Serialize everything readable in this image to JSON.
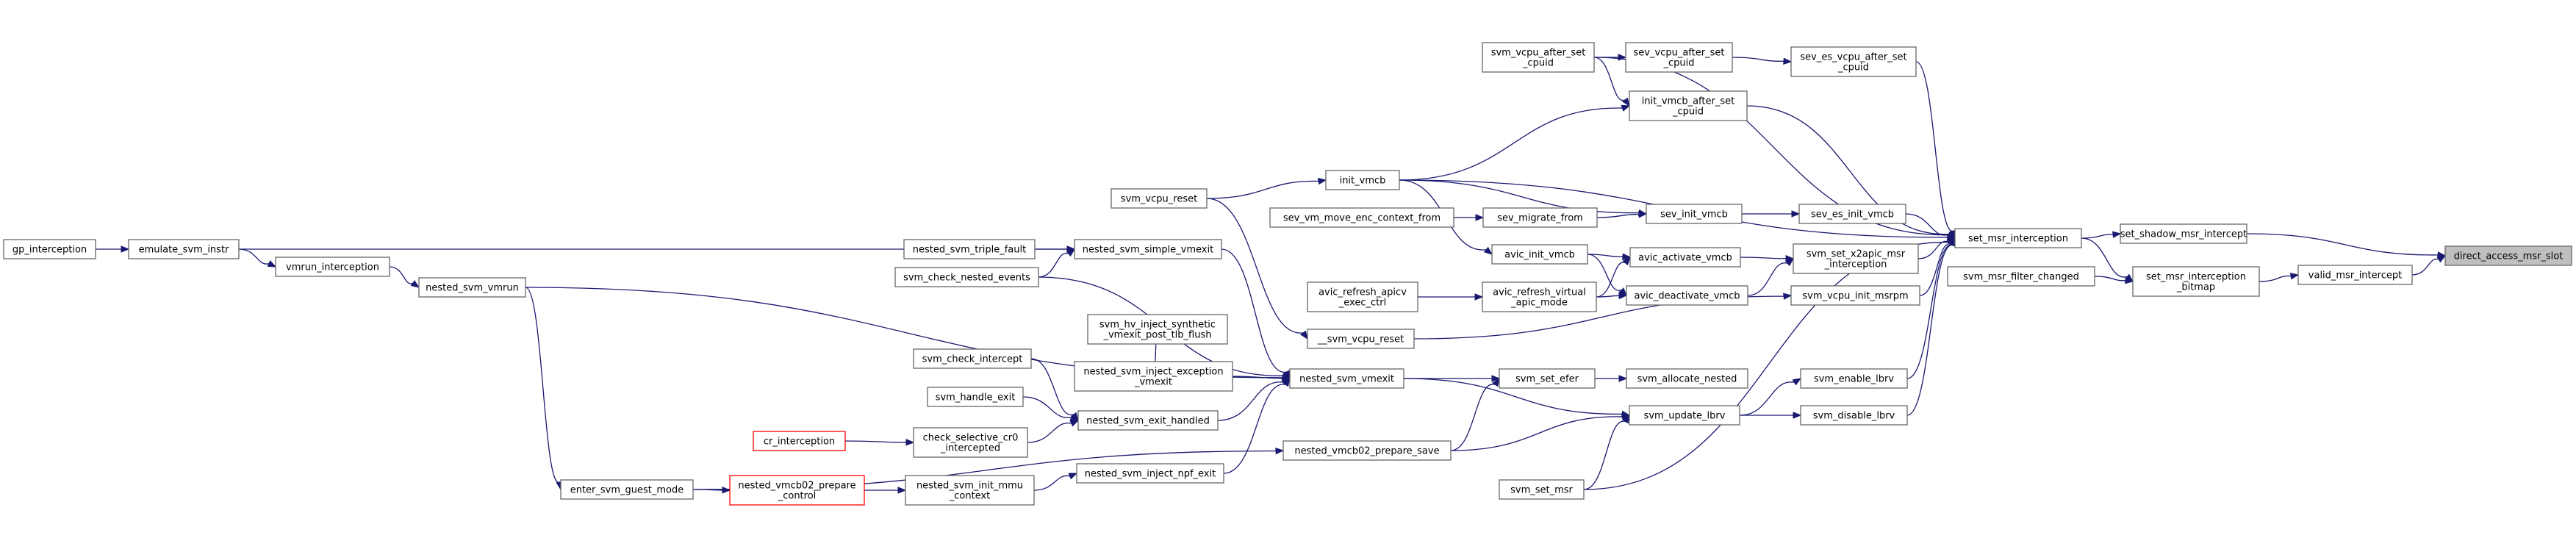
{
  "diagram": {
    "title": "direct_access_msr_slot caller graph",
    "nodes": [
      {
        "id": "direct_access_msr_slot",
        "lines": [
          "direct_access_msr_slot"
        ],
        "highlight": true
      },
      {
        "id": "set_shadow_msr_intercept",
        "lines": [
          "set_shadow_msr_intercept"
        ]
      },
      {
        "id": "valid_msr_intercept",
        "lines": [
          "valid_msr_intercept"
        ]
      },
      {
        "id": "set_msr_interception",
        "lines": [
          "set_msr_interception"
        ]
      },
      {
        "id": "set_msr_interception_bitmap",
        "lines": [
          "set_msr_interception",
          "_bitmap"
        ]
      },
      {
        "id": "svm_msr_filter_changed",
        "lines": [
          "svm_msr_filter_changed"
        ]
      },
      {
        "id": "svm_vcpu_after_set_cpuid",
        "lines": [
          "svm_vcpu_after_set",
          "_cpuid"
        ]
      },
      {
        "id": "sev_vcpu_after_set_cpuid",
        "lines": [
          "sev_vcpu_after_set",
          "_cpuid"
        ]
      },
      {
        "id": "sev_es_vcpu_after_set_cpuid",
        "lines": [
          "sev_es_vcpu_after_set",
          "_cpuid"
        ]
      },
      {
        "id": "init_vmcb_after_set_cpuid",
        "lines": [
          "init_vmcb_after_set",
          "_cpuid"
        ]
      },
      {
        "id": "init_vmcb",
        "lines": [
          "init_vmcb"
        ]
      },
      {
        "id": "svm_vcpu_reset",
        "lines": [
          "svm_vcpu_reset"
        ]
      },
      {
        "id": "sev_vm_move_enc_context_from",
        "lines": [
          "sev_vm_move_enc_context_from"
        ]
      },
      {
        "id": "sev_migrate_from",
        "lines": [
          "sev_migrate_from"
        ]
      },
      {
        "id": "sev_init_vmcb",
        "lines": [
          "sev_init_vmcb"
        ]
      },
      {
        "id": "sev_es_init_vmcb",
        "lines": [
          "sev_es_init_vmcb"
        ]
      },
      {
        "id": "avic_init_vmcb",
        "lines": [
          "avic_init_vmcb"
        ]
      },
      {
        "id": "avic_activate_vmcb",
        "lines": [
          "avic_activate_vmcb"
        ]
      },
      {
        "id": "svm_set_x2apic_msr_interception",
        "lines": [
          "svm_set_x2apic_msr",
          "_interception"
        ]
      },
      {
        "id": "avic_refresh_apicv_exec_ctrl",
        "lines": [
          "avic_refresh_apicv",
          "_exec_ctrl"
        ]
      },
      {
        "id": "avic_refresh_virtual_apic_mode",
        "lines": [
          "avic_refresh_virtual",
          "_apic_mode"
        ]
      },
      {
        "id": "avic_deactivate_vmcb",
        "lines": [
          "avic_deactivate_vmcb"
        ]
      },
      {
        "id": "svm_vcpu_init_msrpm",
        "lines": [
          "svm_vcpu_init_msrpm"
        ]
      },
      {
        "id": "__svm_vcpu_reset",
        "lines": [
          "__svm_vcpu_reset"
        ]
      },
      {
        "id": "svm_enable_lbrv",
        "lines": [
          "svm_enable_lbrv"
        ]
      },
      {
        "id": "svm_disable_lbrv",
        "lines": [
          "svm_disable_lbrv"
        ]
      },
      {
        "id": "svm_update_lbrv",
        "lines": [
          "svm_update_lbrv"
        ]
      },
      {
        "id": "svm_allocate_nested",
        "lines": [
          "svm_allocate_nested"
        ]
      },
      {
        "id": "svm_set_efer",
        "lines": [
          "svm_set_efer"
        ]
      },
      {
        "id": "svm_set_msr",
        "lines": [
          "svm_set_msr"
        ]
      },
      {
        "id": "nested_vmcb02_prepare_save",
        "lines": [
          "nested_vmcb02_prepare_save"
        ]
      },
      {
        "id": "nested_svm_vmexit",
        "lines": [
          "nested_svm_vmexit"
        ]
      },
      {
        "id": "nested_svm_triple_fault",
        "lines": [
          "nested_svm_triple_fault"
        ]
      },
      {
        "id": "nested_svm_simple_vmexit",
        "lines": [
          "nested_svm_simple_vmexit"
        ]
      },
      {
        "id": "svm_check_nested_events",
        "lines": [
          "svm_check_nested_events"
        ]
      },
      {
        "id": "svm_hv_inject_synthetic_vmexit_post_tlb_flush",
        "lines": [
          "svm_hv_inject_synthetic",
          "_vmexit_post_tlb_flush"
        ]
      },
      {
        "id": "nested_svm_inject_exception_vmexit",
        "lines": [
          "nested_svm_inject_exception",
          "_vmexit"
        ]
      },
      {
        "id": "svm_check_intercept",
        "lines": [
          "svm_check_intercept"
        ]
      },
      {
        "id": "svm_handle_exit",
        "lines": [
          "svm_handle_exit"
        ]
      },
      {
        "id": "nested_svm_exit_handled",
        "lines": [
          "nested_svm_exit_handled"
        ]
      },
      {
        "id": "cr_interception",
        "lines": [
          "cr_interception"
        ],
        "red": true
      },
      {
        "id": "check_selective_cr0_intercepted",
        "lines": [
          "check_selective_cr0",
          "_intercepted"
        ]
      },
      {
        "id": "nested_svm_inject_npf_exit",
        "lines": [
          "nested_svm_inject_npf_exit"
        ]
      },
      {
        "id": "nested_svm_init_mmu_context",
        "lines": [
          "nested_svm_init_mmu",
          "_context"
        ]
      },
      {
        "id": "nested_vmcb02_prepare_control",
        "lines": [
          "nested_vmcb02_prepare",
          "_control"
        ],
        "red": true
      },
      {
        "id": "enter_svm_guest_mode",
        "lines": [
          "enter_svm_guest_mode"
        ]
      },
      {
        "id": "nested_svm_vmrun",
        "lines": [
          "nested_svm_vmrun"
        ]
      },
      {
        "id": "vmrun_interception",
        "lines": [
          "vmrun_interception"
        ]
      },
      {
        "id": "emulate_svm_instr",
        "lines": [
          "emulate_svm_instr"
        ]
      },
      {
        "id": "gp_interception",
        "lines": [
          "gp_interception"
        ]
      }
    ],
    "edges": [
      [
        "set_shadow_msr_intercept",
        "direct_access_msr_slot"
      ],
      [
        "valid_msr_intercept",
        "direct_access_msr_slot"
      ],
      [
        "set_msr_interception",
        "set_shadow_msr_intercept"
      ],
      [
        "set_msr_interception_bitmap",
        "valid_msr_intercept"
      ],
      [
        "set_msr_interception",
        "set_msr_interception_bitmap"
      ],
      [
        "svm_msr_filter_changed",
        "set_msr_interception_bitmap"
      ],
      [
        "svm_vcpu_after_set_cpuid",
        "set_msr_interception"
      ],
      [
        "sev_es_vcpu_after_set_cpuid",
        "set_msr_interception"
      ],
      [
        "init_vmcb_after_set_cpuid",
        "set_msr_interception"
      ],
      [
        "init_vmcb",
        "set_msr_interception"
      ],
      [
        "sev_es_init_vmcb",
        "set_msr_interception"
      ],
      [
        "svm_set_x2apic_msr_interception",
        "set_msr_interception"
      ],
      [
        "svm_vcpu_init_msrpm",
        "set_msr_interception"
      ],
      [
        "svm_enable_lbrv",
        "set_msr_interception"
      ],
      [
        "svm_disable_lbrv",
        "set_msr_interception"
      ],
      [
        "svm_set_msr",
        "set_msr_interception"
      ],
      [
        "svm_vcpu_after_set_cpuid",
        "sev_vcpu_after_set_cpuid"
      ],
      [
        "sev_vcpu_after_set_cpuid",
        "sev_es_vcpu_after_set_cpuid"
      ],
      [
        "svm_vcpu_after_set_cpuid",
        "init_vmcb_after_set_cpuid"
      ],
      [
        "init_vmcb",
        "init_vmcb_after_set_cpuid"
      ],
      [
        "svm_vcpu_reset",
        "init_vmcb"
      ],
      [
        "sev_init_vmcb",
        "sev_es_init_vmcb"
      ],
      [
        "sev_migrate_from",
        "sev_init_vmcb"
      ],
      [
        "init_vmcb",
        "sev_init_vmcb"
      ],
      [
        "sev_vm_move_enc_context_from",
        "sev_migrate_from"
      ],
      [
        "init_vmcb",
        "avic_init_vmcb"
      ],
      [
        "avic_activate_vmcb",
        "svm_set_x2apic_msr_interception"
      ],
      [
        "avic_deactivate_vmcb",
        "svm_set_x2apic_msr_interception"
      ],
      [
        "avic_init_vmcb",
        "avic_activate_vmcb"
      ],
      [
        "avic_refresh_virtual_apic_mode",
        "avic_activate_vmcb"
      ],
      [
        "avic_init_vmcb",
        "avic_deactivate_vmcb"
      ],
      [
        "avic_refresh_virtual_apic_mode",
        "avic_deactivate_vmcb"
      ],
      [
        "avic_refresh_apicv_exec_ctrl",
        "avic_refresh_virtual_apic_mode"
      ],
      [
        "__svm_vcpu_reset",
        "svm_vcpu_init_msrpm"
      ],
      [
        "svm_vcpu_reset",
        "__svm_vcpu_reset"
      ],
      [
        "svm_update_lbrv",
        "svm_enable_lbrv"
      ],
      [
        "svm_update_lbrv",
        "svm_disable_lbrv"
      ],
      [
        "svm_set_msr",
        "svm_update_lbrv"
      ],
      [
        "nested_svm_vmexit",
        "svm_update_lbrv"
      ],
      [
        "nested_vmcb02_prepare_save",
        "svm_update_lbrv"
      ],
      [
        "svm_set_efer",
        "svm_allocate_nested"
      ],
      [
        "nested_svm_vmexit",
        "svm_set_efer"
      ],
      [
        "nested_vmcb02_prepare_save",
        "svm_set_efer"
      ],
      [
        "enter_svm_guest_mode",
        "nested_vmcb02_prepare_save"
      ],
      [
        "nested_svm_simple_vmexit",
        "nested_svm_vmexit"
      ],
      [
        "nested_svm_vmrun",
        "nested_svm_vmexit"
      ],
      [
        "svm_check_nested_events",
        "nested_svm_vmexit"
      ],
      [
        "nested_svm_inject_exception_vmexit",
        "nested_svm_vmexit"
      ],
      [
        "nested_svm_exit_handled",
        "nested_svm_vmexit"
      ],
      [
        "nested_svm_inject_npf_exit",
        "nested_svm_vmexit"
      ],
      [
        "nested_svm_triple_fault",
        "nested_svm_simple_vmexit"
      ],
      [
        "emulate_svm_instr",
        "nested_svm_simple_vmexit"
      ],
      [
        "svm_check_nested_events",
        "nested_svm_simple_vmexit"
      ],
      [
        "svm_hv_inject_synthetic_vmexit_post_tlb_flush",
        "nested_svm_inject_exception_vmexit"
      ],
      [
        "svm_check_intercept",
        "nested_svm_exit_handled"
      ],
      [
        "svm_handle_exit",
        "nested_svm_exit_handled"
      ],
      [
        "check_selective_cr0_intercepted",
        "nested_svm_exit_handled"
      ],
      [
        "cr_interception",
        "check_selective_cr0_intercepted"
      ],
      [
        "nested_svm_init_mmu_context",
        "nested_svm_inject_npf_exit"
      ],
      [
        "nested_vmcb02_prepare_control",
        "nested_svm_init_mmu_context"
      ],
      [
        "enter_svm_guest_mode",
        "nested_vmcb02_prepare_control"
      ],
      [
        "nested_svm_vmrun",
        "enter_svm_guest_mode"
      ],
      [
        "vmrun_interception",
        "nested_svm_vmrun"
      ],
      [
        "emulate_svm_instr",
        "vmrun_interception"
      ],
      [
        "gp_interception",
        "emulate_svm_instr"
      ]
    ]
  }
}
